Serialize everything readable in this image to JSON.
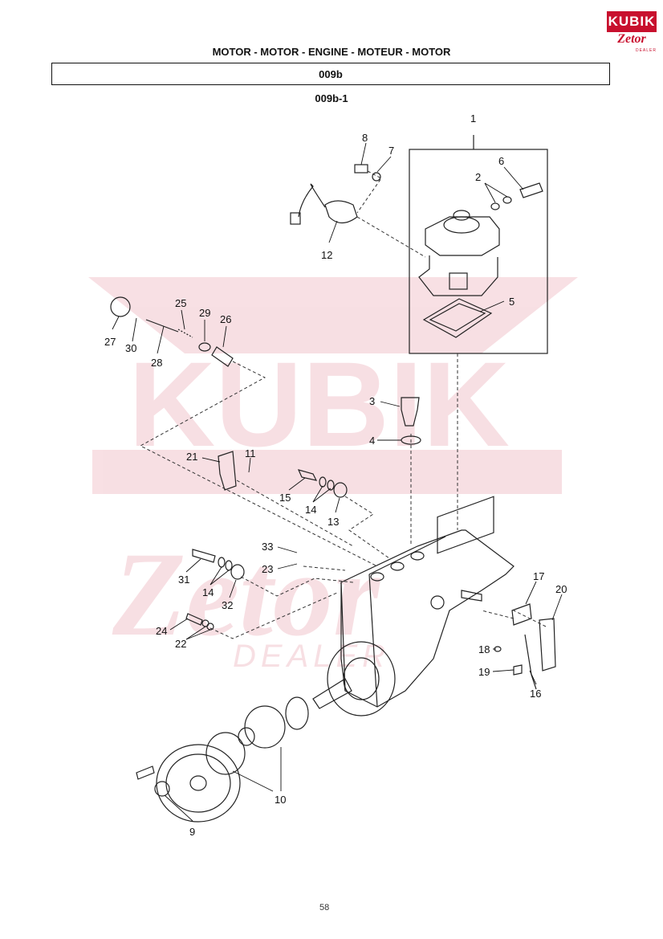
{
  "logo": {
    "top": "KUBIK",
    "bottom": "Zetor",
    "sub": "DEALER"
  },
  "header": {
    "title": "MOTOR - MOTOR - ENGINE - MOTEUR - MOTOR",
    "section": "009b",
    "subsection": "009b-1"
  },
  "watermark": {
    "brand": "KUBIK",
    "sub": "DEALER",
    "color": "#c8102e"
  },
  "callouts": [
    "1",
    "2",
    "6",
    "8",
    "7",
    "12",
    "5",
    "25",
    "29",
    "26",
    "27",
    "30",
    "28",
    "3",
    "4",
    "21",
    "11",
    "15",
    "14",
    "13",
    "33",
    "23",
    "31",
    "14",
    "32",
    "24",
    "22",
    "17",
    "20",
    "18",
    "19",
    "16",
    "10",
    "9"
  ],
  "footer": {
    "page": "58"
  }
}
